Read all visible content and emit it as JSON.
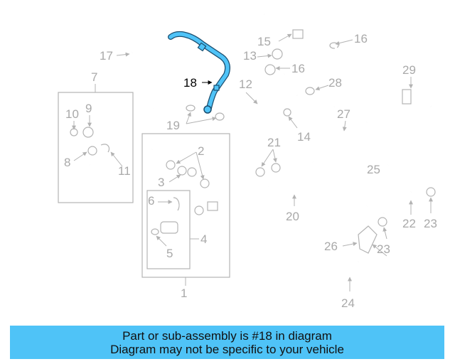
{
  "diagram": {
    "highlighted_part": "18",
    "highlight_color": "#4fc3f7",
    "part_color": "#b3b3b3",
    "callouts": [
      "1",
      "2",
      "3",
      "4",
      "5",
      "6",
      "7",
      "8",
      "9",
      "10",
      "11",
      "12",
      "13",
      "14",
      "15",
      "16",
      "16",
      "17",
      "18",
      "19",
      "20",
      "21",
      "22",
      "23",
      "23",
      "24",
      "25",
      "26",
      "27",
      "28",
      "29"
    ]
  },
  "banner": {
    "line1": "Part or sub-assembly is #18 in diagram",
    "line2": "Diagram may not be specific to your vehicle",
    "background": "#4fc3f7"
  }
}
